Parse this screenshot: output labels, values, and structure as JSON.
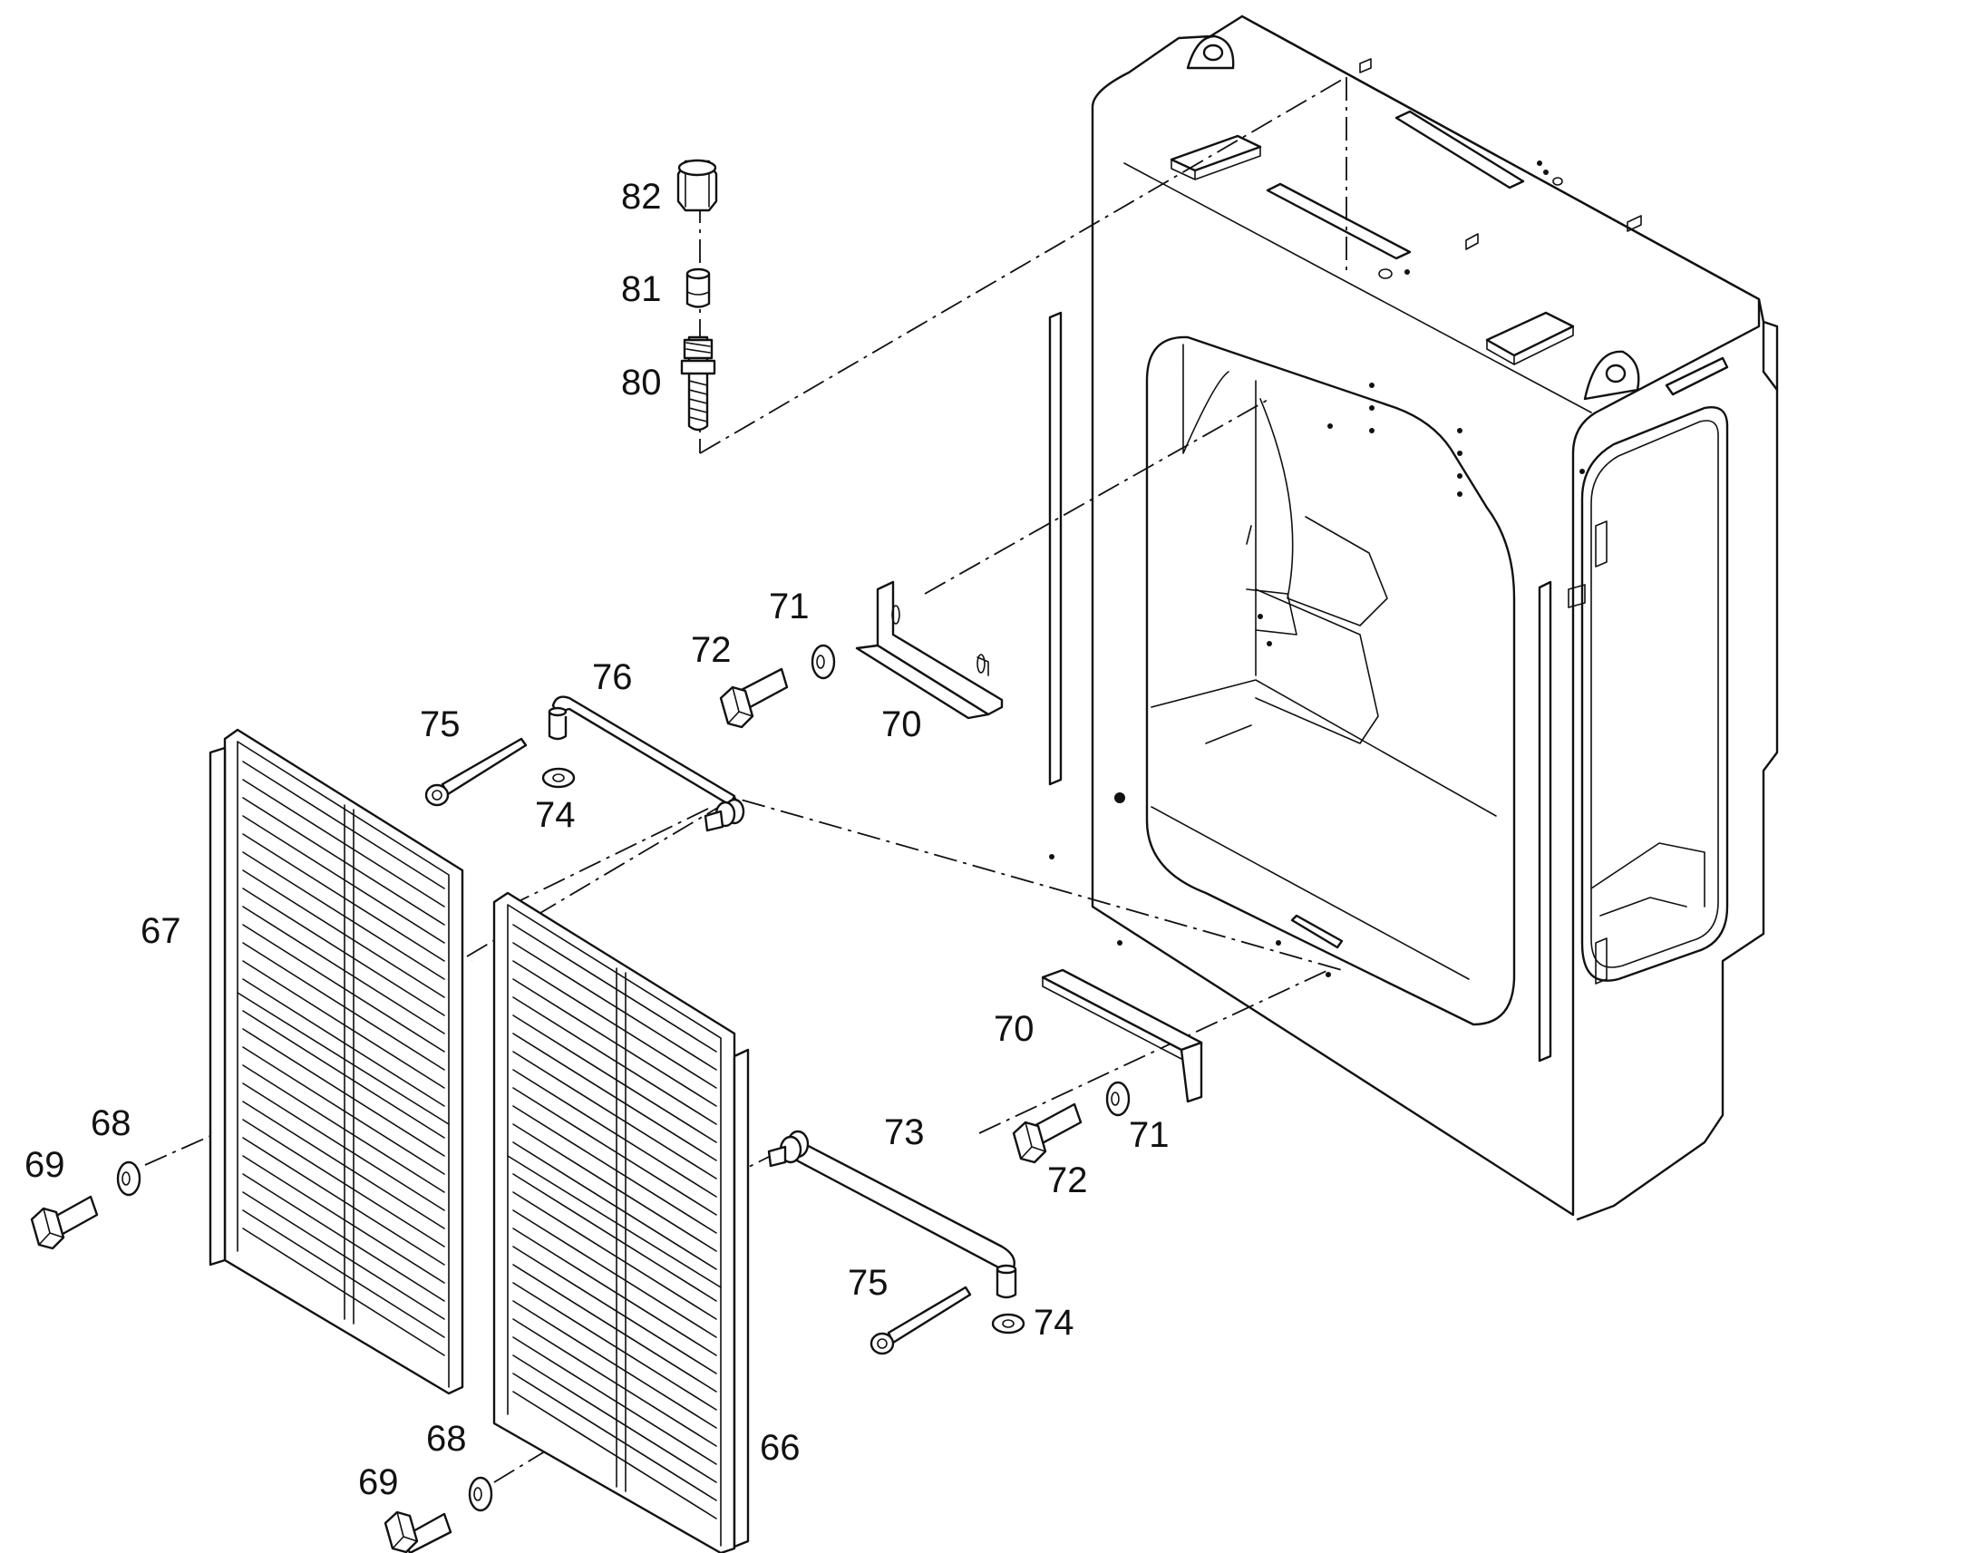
{
  "diagram": {
    "labels": {
      "p66": "66",
      "p67": "67",
      "p68a": "68",
      "p68b": "68",
      "p69a": "69",
      "p69b": "69",
      "p70a": "70",
      "p70b": "70",
      "p71a": "71",
      "p71b": "71",
      "p72a": "72",
      "p72b": "72",
      "p73": "73",
      "p74a": "74",
      "p74b": "74",
      "p75a": "75",
      "p75b": "75",
      "p76": "76",
      "p80": "80",
      "p81": "81",
      "p82": "82"
    }
  }
}
